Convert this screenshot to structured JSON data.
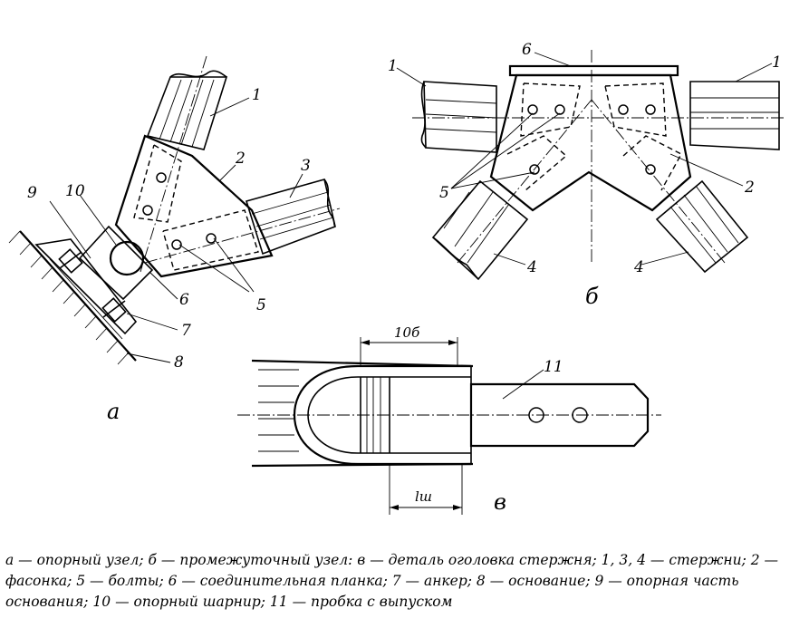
{
  "labels": {
    "n1": "1",
    "n2": "2",
    "n3": "3",
    "n4": "4",
    "n5": "5",
    "n6": "6",
    "n7": "7",
    "n8": "8",
    "n9": "9",
    "n10": "10",
    "n11": "11"
  },
  "panels": {
    "a": "а",
    "b": "б",
    "c": "в"
  },
  "dimensions": {
    "d1": "10б",
    "lsh": "lш"
  },
  "caption": "а — опорный узел; б — промежуточный узел: в — деталь оголовка стержня; 1, 3, 4 — стержни; 2 — фасонка; 5 — болты; 6 — соединительная планка; 7 — анкер; 8 — основание; 9 — опорная часть основания; 10 — опорный шарнир; 11 — пробка с выпуском"
}
